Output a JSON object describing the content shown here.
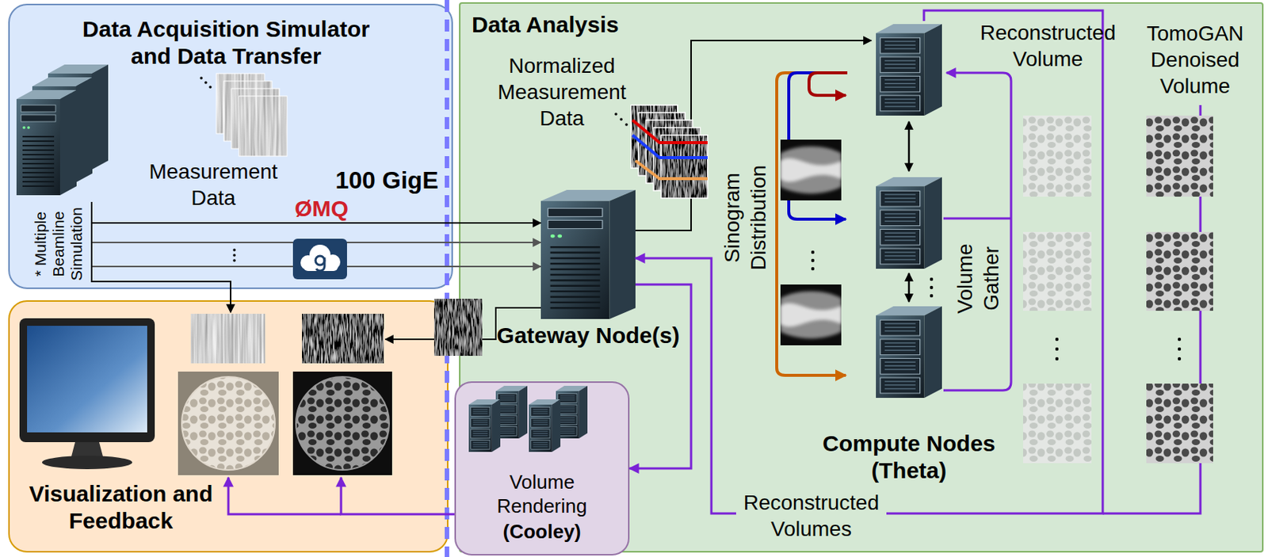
{
  "diagram": {
    "nodes": [
      {
        "text": [
          "Data Acquisition Simulator and Data Transfer"
        ]
      },
      {
        "text": [
          "Data Analysis"
        ]
      },
      {
        "text": [
          "Visualization and Feedback"
        ]
      },
      {
        "text": [
          "Gateway Node(s)"
        ],
        "in": 1
      },
      {
        "text": [
          "Compute Nodes (Theta)"
        ],
        "in": 1
      },
      {
        "text": [
          "Volume Rendering",
          "(Cooley)"
        ]
      }
    ],
    "edges": [
      {
        "from": 0,
        "to": 3,
        "arrow": "to",
        "label": "ØMQ"
      },
      {
        "from": 0,
        "to": 3,
        "arrow": "to"
      },
      {
        "from": 0,
        "to": 3,
        "arrow": "to"
      },
      {
        "from": 0,
        "to": 2,
        "arrow": "to"
      },
      {
        "from": 3,
        "to": 2,
        "arrow": "to"
      },
      {
        "from": 3,
        "to": 4,
        "arrow": "to"
      },
      {
        "from": 4,
        "to": 3,
        "arrow": "to",
        "label": "Reconstructed Volumes"
      },
      {
        "from": 3,
        "to": 5,
        "arrow": "to"
      },
      {
        "from": 5,
        "to": 2,
        "arrow": "to"
      }
    ],
    "labels": [
      "Measurement Data",
      "* Multiple Beamline Simulation",
      "100 GigE",
      "Normalized Measurement Data",
      "Sinogram Distribution",
      "Volume Gather",
      "Reconstructed Volume",
      "TomoGAN Denoised Volume"
    ]
  }
}
